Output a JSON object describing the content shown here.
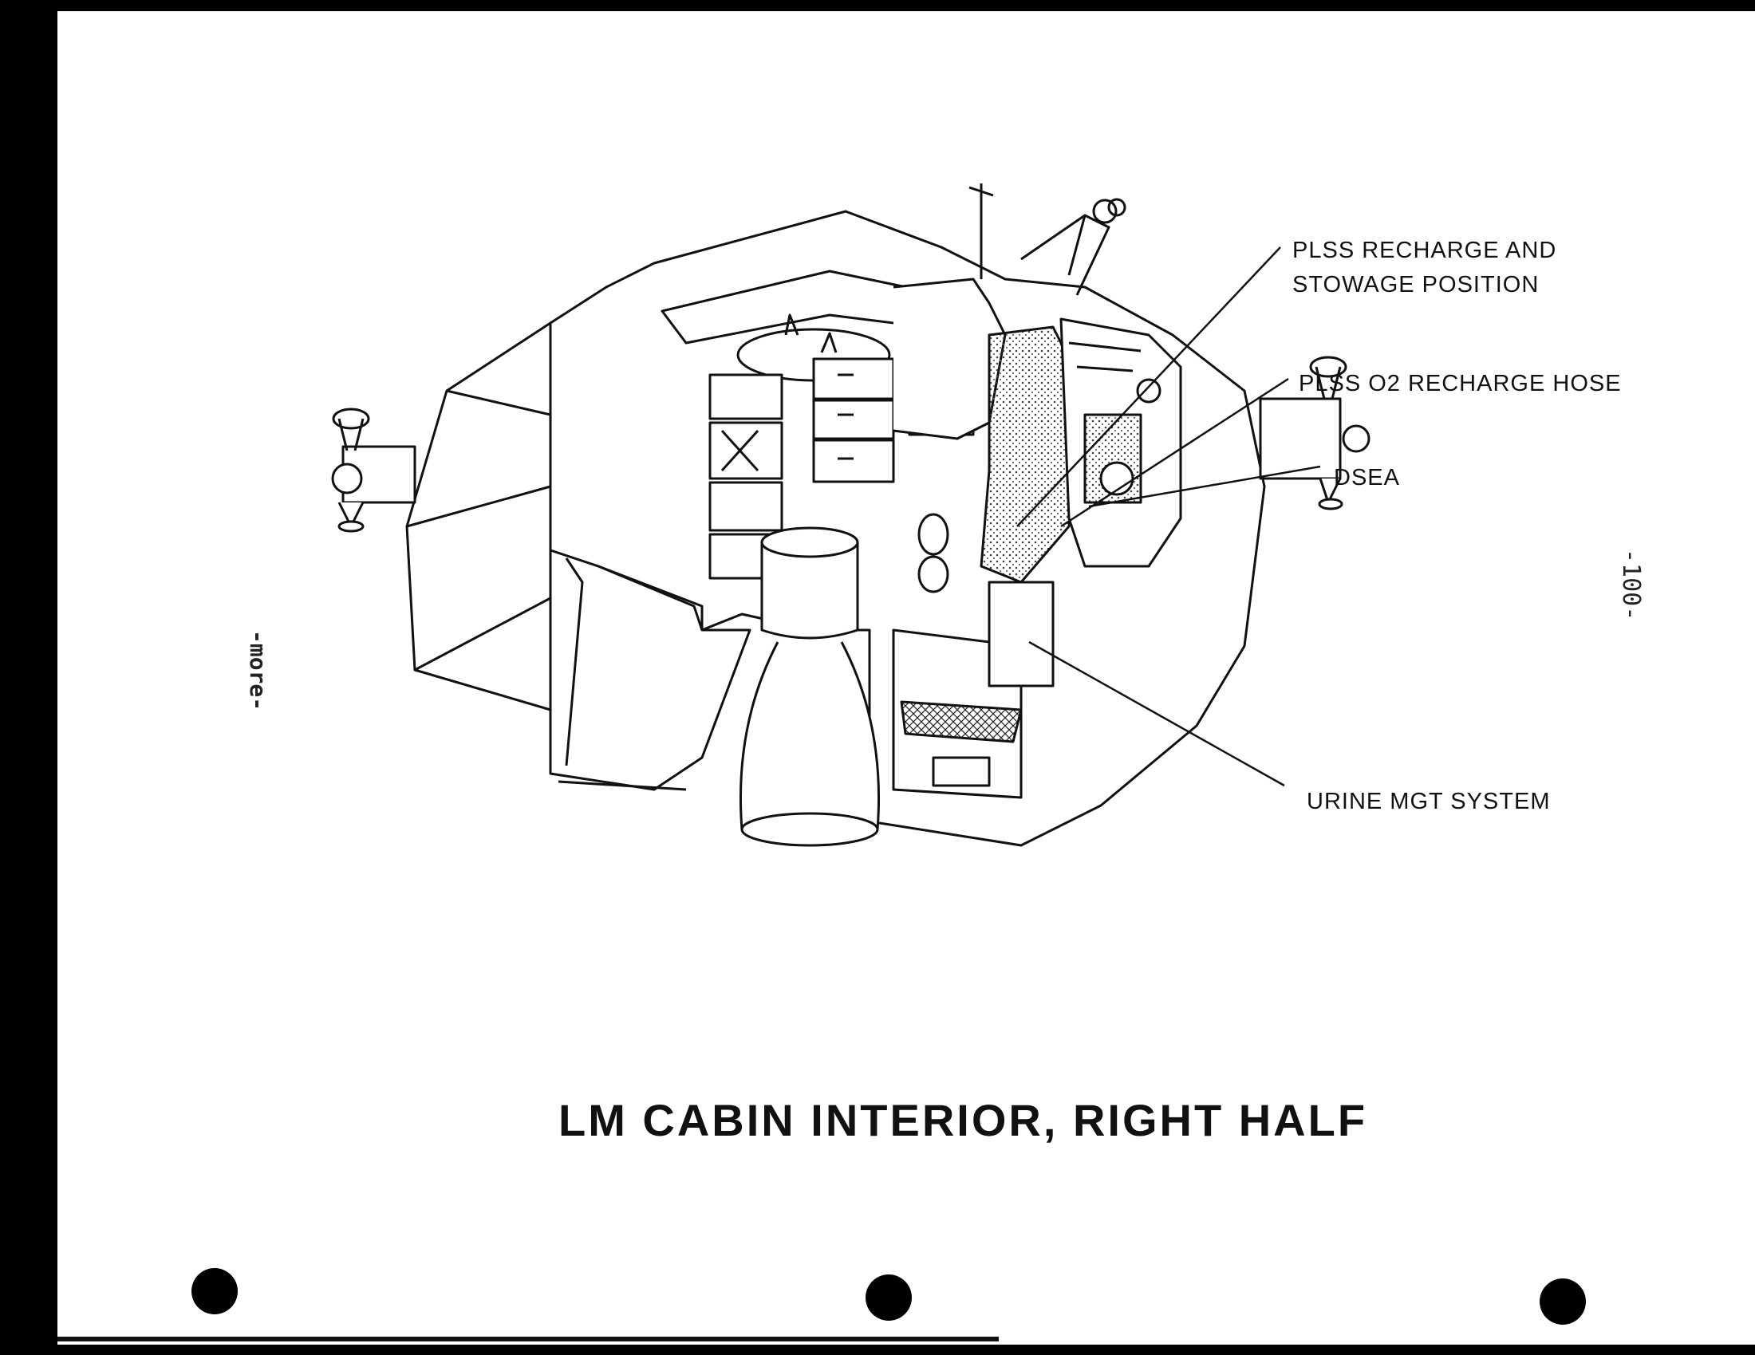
{
  "figure": {
    "caption": "LM CABIN INTERIOR, RIGHT HALF",
    "callouts": [
      {
        "text": "PLSS RECHARGE AND\nSTOWAGE POSITION"
      },
      {
        "text": "PLSS O2 RECHARGE HOSE"
      },
      {
        "text": "DSEA"
      },
      {
        "text": "URINE MGT SYSTEM"
      }
    ]
  },
  "page": {
    "margin_note": "-more-",
    "page_number": "-100-"
  },
  "colors": {
    "ink": "#111111",
    "paper": "#ffffff",
    "stipple": "#cfcfcf"
  }
}
